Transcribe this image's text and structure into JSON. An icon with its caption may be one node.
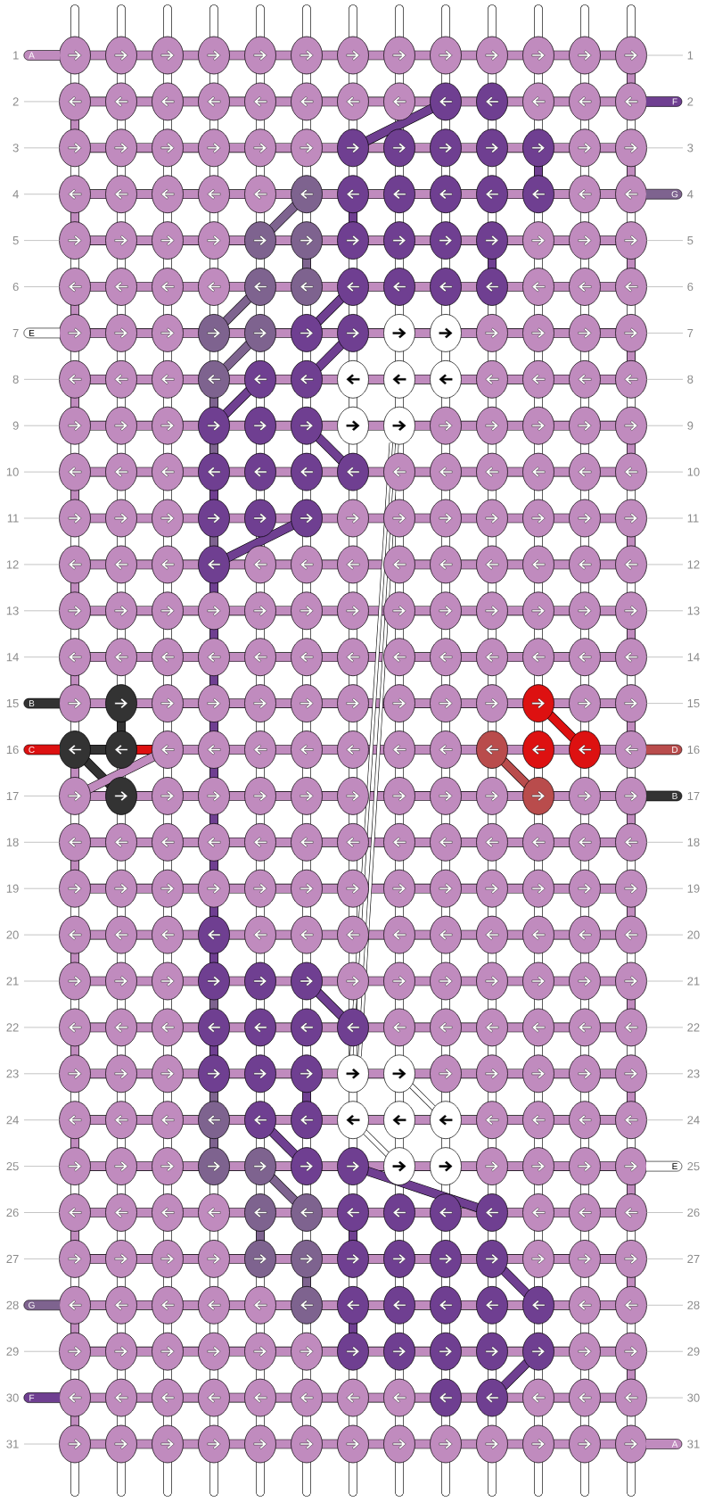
{
  "diagram": {
    "labels": [
      "1",
      "A",
      "1",
      "2",
      "F",
      "2",
      "3",
      "3",
      "4",
      "G",
      "4",
      "5",
      "5",
      "6",
      "6",
      "7",
      "E",
      "7",
      "8",
      "8",
      "9",
      "9",
      "10",
      "10",
      "11",
      "11",
      "12",
      "12",
      "13",
      "13",
      "14",
      "14",
      "15",
      "B",
      "15",
      "16",
      "C",
      "D",
      "16",
      "17",
      "B",
      "17",
      "18",
      "18",
      "19",
      "19",
      "20",
      "20",
      "21",
      "21",
      "22",
      "22",
      "23",
      "23",
      "24",
      "24",
      "25",
      "E",
      "25",
      "26",
      "26",
      "27",
      "27",
      "28",
      "G",
      "28",
      "29",
      "29",
      "30",
      "F",
      "30",
      "31",
      "A",
      "31"
    ]
  }
}
